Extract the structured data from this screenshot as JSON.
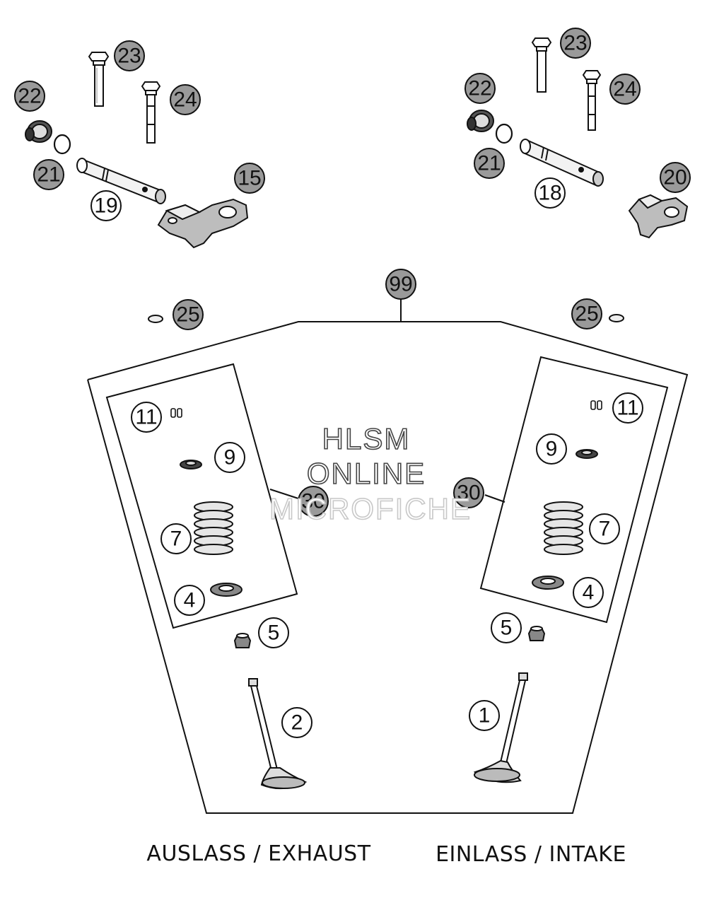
{
  "callouts": {
    "c23_left": "23",
    "c24_left": "24",
    "c22_left": "22",
    "c21_left": "21",
    "c19": "19",
    "c15": "15",
    "c23_right": "23",
    "c24_right": "24",
    "c22_right": "22",
    "c21_right": "21",
    "c18": "18",
    "c20": "20",
    "c99": "99",
    "c25_left": "25",
    "c25_right": "25",
    "c11_left": "11",
    "c9_left": "9",
    "c30_left": "30",
    "c7_left": "7",
    "c4_left": "4",
    "c5_left": "5",
    "c2": "2",
    "c11_right": "11",
    "c9_right": "9",
    "c30_right": "30",
    "c7_right": "7",
    "c4_right": "4",
    "c5_right": "5",
    "c1": "1"
  },
  "watermark": {
    "line1": "HLSM",
    "line2": "ONLINE",
    "line3": "MICROFICHE"
  },
  "labels": {
    "exhaust": "AUSLASS / EXHAUST",
    "intake": "EINLASS / INTAKE"
  }
}
